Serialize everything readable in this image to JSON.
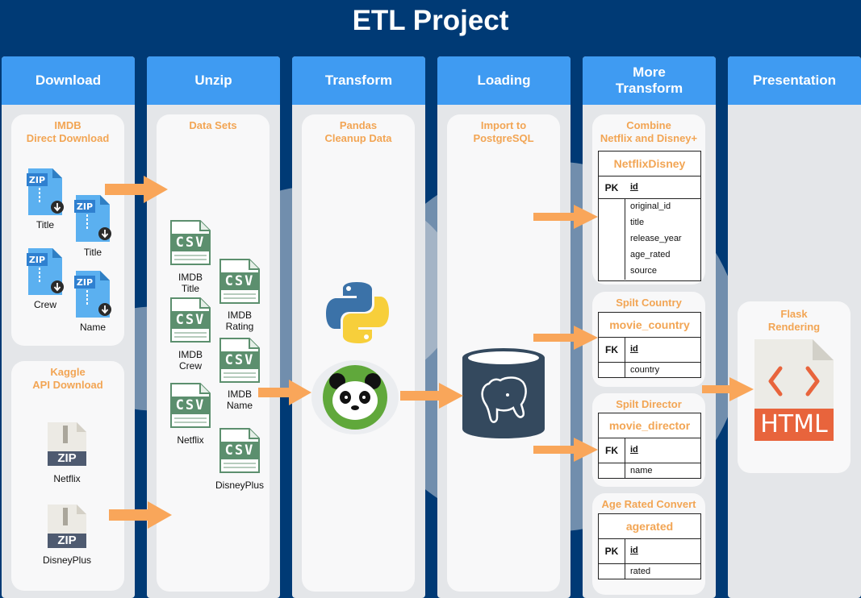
{
  "title": "ETL Project",
  "columns": [
    {
      "header": "Download"
    },
    {
      "header": "Unzip"
    },
    {
      "header": "Transform"
    },
    {
      "header": "Loading"
    },
    {
      "header": "More\nTransform"
    },
    {
      "header": "Presentation"
    }
  ],
  "download": {
    "imdb_title": "IMDB\nDirect Download",
    "files": [
      "Title",
      "Title",
      "Crew",
      "Name"
    ],
    "kaggle_title": "Kaggle\nAPI Download",
    "kaggle_files": [
      "Netflix",
      "DisneyPlus"
    ]
  },
  "unzip": {
    "title": "Data Sets",
    "files": [
      "IMDB\nTitle",
      "IMDB\nRating",
      "IMDB\nCrew",
      "IMDB\nName",
      "Netflix",
      "DisneyPlus"
    ]
  },
  "transform": {
    "title": "Pandas\nCleanup Data"
  },
  "loading": {
    "title": "Import to\nPostgreSQL"
  },
  "more": {
    "combine_title": "Combine\nNetflix and Disney+",
    "netflix_table": {
      "name": "NetflixDisney",
      "key": "PK",
      "key_field": "id",
      "fields": [
        "original_id",
        "title",
        "release_year",
        "age_rated",
        "source"
      ]
    },
    "country_title": "Spilt Country",
    "country_table": {
      "name": "movie_country",
      "key": "FK",
      "key_field": "id",
      "fields": [
        "country"
      ]
    },
    "director_title": "Spilt Director",
    "director_table": {
      "name": "movie_director",
      "key": "FK",
      "key_field": "id",
      "fields": [
        "name"
      ]
    },
    "age_title": "Age Rated Convert",
    "age_table": {
      "name": "agerated",
      "key": "PK",
      "key_field": "id",
      "fields": [
        "rated"
      ]
    }
  },
  "presentation": {
    "title": "Flask\nRendering",
    "html_label": "HTML"
  },
  "icons": {
    "zip": "ZIP",
    "csv": "CSV"
  },
  "colors": {
    "background": "#003a75",
    "header": "#3f9bf2",
    "accent": "#f2a554",
    "arrow": "#f9a65a"
  }
}
